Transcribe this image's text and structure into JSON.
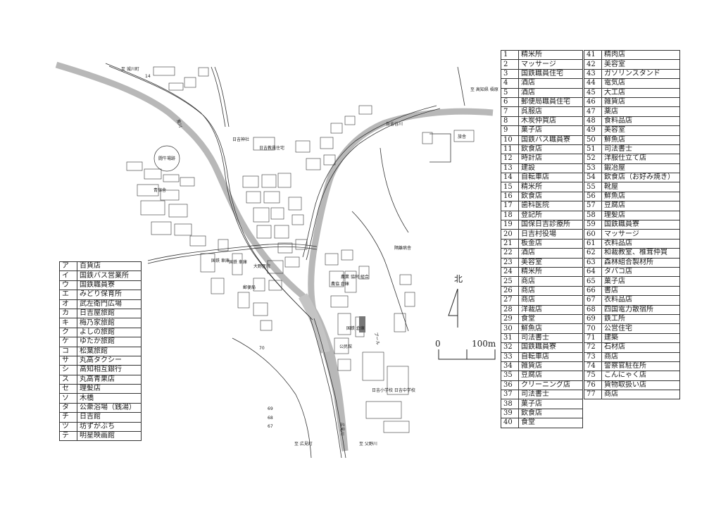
{
  "map": {
    "road_labels": {
      "to_jogawa": "至 城川町",
      "to_kochi_border": "至 高知県\n檮原",
      "to_hiromi": "至 広見町",
      "to_chichino": "至 父野川"
    },
    "river_labels": {
      "nishikawa": "鬼川",
      "hiromi_river": "広見川",
      "higashi_river": "日吉谷川"
    },
    "place_labels": {
      "hiyoshi_shrine": "日吉神社",
      "hiyoshi_teachers": "日吉教員住宅",
      "goko_mound": "闘牛場跡",
      "aokami": "青宿舎",
      "ono_hospital": "大野医院",
      "station_office": "国鉄\n車庫",
      "noukyo": "農業\n協同\n組合",
      "noukyo_warehouse": "農協\n倉庫",
      "national_rail_office": "国鉄\n倉庫",
      "school": "日吉小学校\n日吉中学校",
      "isolation_hospital": "隔離病舎",
      "pool": "プール",
      "kominkan": "公民館",
      "office_left": "国鉄\n車庫",
      "shop_east": "旅舎",
      "police_left": "郵便局"
    },
    "compass_label": "北",
    "scale": {
      "zero": "0",
      "max": "100m"
    },
    "margin_numbers": [
      "70",
      "69",
      "68",
      "67",
      "14"
    ]
  },
  "katakana_legend": [
    {
      "key": "ア",
      "name": "百貨店"
    },
    {
      "key": "イ",
      "name": "国鉄バス営業所"
    },
    {
      "key": "ウ",
      "name": "国鉄職員寮"
    },
    {
      "key": "エ",
      "name": "みどり保育所"
    },
    {
      "key": "オ",
      "name": "武左衛門広場"
    },
    {
      "key": "カ",
      "name": "日吉屋旅館"
    },
    {
      "key": "キ",
      "name": "梅乃家旅館"
    },
    {
      "key": "ク",
      "name": "よしの旅館"
    },
    {
      "key": "ケ",
      "name": "ゆたか旅館"
    },
    {
      "key": "コ",
      "name": "松葉旅館"
    },
    {
      "key": "サ",
      "name": "丸高タクシー"
    },
    {
      "key": "シ",
      "name": "高知相互銀行"
    },
    {
      "key": "ス",
      "name": "丸高青果店"
    },
    {
      "key": "セ",
      "name": "理髪店"
    },
    {
      "key": "ソ",
      "name": "木橋"
    },
    {
      "key": "タ",
      "name": "公衆浴場（銭湯）"
    },
    {
      "key": "チ",
      "name": "日吉館"
    },
    {
      "key": "ツ",
      "name": "坊ずがぶち"
    },
    {
      "key": "テ",
      "name": "明星映画館"
    }
  ],
  "numbered_legend_1": [
    {
      "key": "1",
      "name": "精米所"
    },
    {
      "key": "2",
      "name": "マッサージ"
    },
    {
      "key": "3",
      "name": "国鉄職員住宅"
    },
    {
      "key": "4",
      "name": "酒店"
    },
    {
      "key": "5",
      "name": "酒店"
    },
    {
      "key": "6",
      "name": "郵便局職員住宅"
    },
    {
      "key": "7",
      "name": "呉服店"
    },
    {
      "key": "8",
      "name": "木炭仲買店"
    },
    {
      "key": "9",
      "name": "菓子店"
    },
    {
      "key": "10",
      "name": "国鉄バス職員寮"
    },
    {
      "key": "11",
      "name": "飲食店"
    },
    {
      "key": "12",
      "name": "時計店"
    },
    {
      "key": "13",
      "name": "建設"
    },
    {
      "key": "14",
      "name": "自転車店"
    },
    {
      "key": "15",
      "name": "精米所"
    },
    {
      "key": "16",
      "name": "飲食店"
    },
    {
      "key": "17",
      "name": "歯科医院"
    },
    {
      "key": "18",
      "name": "登記所"
    },
    {
      "key": "19",
      "name": "国保日吉診療所"
    },
    {
      "key": "20",
      "name": "日吉村役場"
    },
    {
      "key": "21",
      "name": "板金店"
    },
    {
      "key": "22",
      "name": "酒店"
    },
    {
      "key": "23",
      "name": "美容室"
    },
    {
      "key": "24",
      "name": "精米所"
    },
    {
      "key": "25",
      "name": "商店"
    },
    {
      "key": "26",
      "name": "商店"
    },
    {
      "key": "27",
      "name": "商店"
    },
    {
      "key": "28",
      "name": "洋裁店"
    },
    {
      "key": "29",
      "name": "食堂"
    },
    {
      "key": "30",
      "name": "鮮魚店"
    },
    {
      "key": "31",
      "name": "司法書士"
    },
    {
      "key": "32",
      "name": "国鉄職員寮"
    },
    {
      "key": "33",
      "name": "自転車店"
    },
    {
      "key": "34",
      "name": "雑貨店"
    },
    {
      "key": "35",
      "name": "豆腐店"
    },
    {
      "key": "36",
      "name": "クリーニング店"
    },
    {
      "key": "37",
      "name": "司法書士"
    },
    {
      "key": "38",
      "name": "菓子店"
    },
    {
      "key": "39",
      "name": "飲食店"
    },
    {
      "key": "40",
      "name": "食堂"
    }
  ],
  "numbered_legend_2": [
    {
      "key": "41",
      "name": "精肉店"
    },
    {
      "key": "42",
      "name": "美容室"
    },
    {
      "key": "43",
      "name": "ガソリンスタンド"
    },
    {
      "key": "44",
      "name": "電気店"
    },
    {
      "key": "45",
      "name": "大工店"
    },
    {
      "key": "46",
      "name": "雑貨店"
    },
    {
      "key": "47",
      "name": "薬店"
    },
    {
      "key": "48",
      "name": "食料品店"
    },
    {
      "key": "49",
      "name": "美容室"
    },
    {
      "key": "50",
      "name": "鮮魚店"
    },
    {
      "key": "51",
      "name": "司法書士"
    },
    {
      "key": "52",
      "name": "洋服仕立て店"
    },
    {
      "key": "53",
      "name": "鍛冶屋"
    },
    {
      "key": "54",
      "name": "飲食店（お好み焼き）"
    },
    {
      "key": "55",
      "name": "靴屋"
    },
    {
      "key": "56",
      "name": "鮮魚店"
    },
    {
      "key": "57",
      "name": "豆腐店"
    },
    {
      "key": "58",
      "name": "理髪店"
    },
    {
      "key": "59",
      "name": "国鉄職員寮"
    },
    {
      "key": "60",
      "name": "マッサージ"
    },
    {
      "key": "61",
      "name": "衣料品店"
    },
    {
      "key": "62",
      "name": "和裁教室、椎茸仲買"
    },
    {
      "key": "63",
      "name": "森林組合製材所"
    },
    {
      "key": "64",
      "name": "タバコ店"
    },
    {
      "key": "65",
      "name": "菓子店"
    },
    {
      "key": "66",
      "name": "書店"
    },
    {
      "key": "67",
      "name": "衣料品店"
    },
    {
      "key": "68",
      "name": "四国電力散宿所"
    },
    {
      "key": "69",
      "name": "鉄工所"
    },
    {
      "key": "70",
      "name": "公営住宅"
    },
    {
      "key": "71",
      "name": "建築"
    },
    {
      "key": "72",
      "name": "石材店"
    },
    {
      "key": "73",
      "name": "商店"
    },
    {
      "key": "74",
      "name": "警察官駐在所"
    },
    {
      "key": "75",
      "name": "こんにゃく店"
    },
    {
      "key": "76",
      "name": "貨物取扱い店"
    },
    {
      "key": "77",
      "name": "商店"
    }
  ]
}
